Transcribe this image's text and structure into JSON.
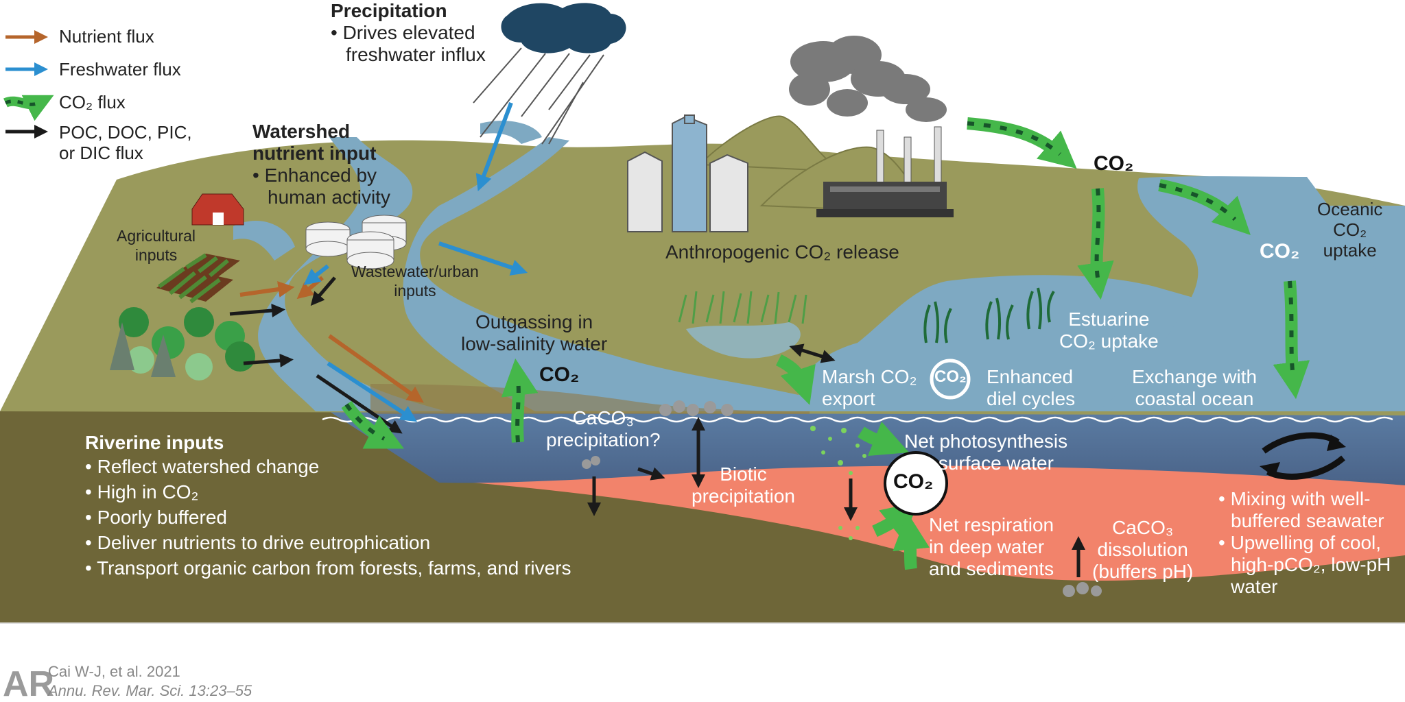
{
  "legend": {
    "nutrient": "Nutrient flux",
    "freshwater": "Freshwater flux",
    "co2": "CO₂ flux",
    "carbon_1": "POC, DOC, PIC,",
    "carbon_2": "or DIC flux"
  },
  "precipitation": {
    "title": "Precipitation",
    "l1": "• Drives elevated",
    "l2": "freshwater influx"
  },
  "watershed": {
    "t1": "Watershed",
    "t2": "nutrient input",
    "l1": "• Enhanced by",
    "l2": "human activity"
  },
  "agricultural": {
    "l1": "Agricultural",
    "l2": "inputs"
  },
  "wastewater": {
    "l1": "Wastewater/urban",
    "l2": "inputs"
  },
  "anthropogenic": "Anthropogenic CO₂ release",
  "outgassing": {
    "l1": "Outgassing in",
    "l2": "low-salinity water"
  },
  "marsh": {
    "l1": "Marsh CO₂",
    "l2": "export"
  },
  "diel": {
    "l1": "Enhanced",
    "l2": "diel cycles"
  },
  "estuarine": {
    "l1": "Estuarine",
    "l2": "CO₂ uptake"
  },
  "exchange": {
    "l1": "Exchange with",
    "l2": "coastal ocean"
  },
  "oceanic": {
    "l1": "Oceanic",
    "l2": "CO₂",
    "l3": "uptake"
  },
  "caco3_precip": {
    "l1": "CaCO₃",
    "l2": "precipitation?"
  },
  "biotic": {
    "l1": "Biotic",
    "l2": "precipitation"
  },
  "photosynthesis": {
    "l1": "Net photosynthesis",
    "l2": "in surface water"
  },
  "respiration": {
    "l1": "Net respiration",
    "l2": "in deep water",
    "l3": "and sediments"
  },
  "dissolution": {
    "l1": "CaCO₃",
    "l2": "dissolution",
    "l3": "(buffers pH)"
  },
  "mixing": {
    "l1": "• Mixing with well-",
    "l2": "buffered seawater",
    "l3": "• Upwelling of cool,",
    "l4": "high-pCO₂, low-pH",
    "l5": "water"
  },
  "riverine": {
    "title": "Riverine inputs",
    "items": [
      "Reflect watershed change",
      "High in CO₂",
      "Poorly buffered",
      "Deliver nutrients to drive eutrophication",
      "Transport organic carbon from forests, farms, and rivers"
    ]
  },
  "co2_label": "CO₂",
  "citation": {
    "l1": "Cai W-J, et al. 2021",
    "l2": "Annu. Rev. Mar. Sci. 13:23–55"
  },
  "publisher_logo": "AR",
  "colors": {
    "land": "#9a9a5c",
    "land_dark": "#6e6638",
    "water": "#7ea9c2",
    "water_deep": "#56708f",
    "sediment": "#f2836b",
    "nutrient": "#b5652b",
    "freshwater": "#2b8fd0",
    "co2": "#45b74a",
    "co2_dark": "#17542a"
  }
}
